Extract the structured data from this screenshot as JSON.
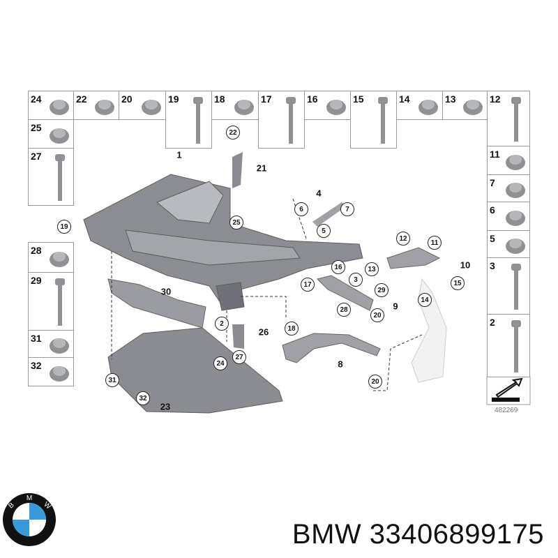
{
  "parts_grid": {
    "top_row": [
      "24",
      "22",
      "20",
      "19",
      "18",
      "17",
      "16",
      "15",
      "14",
      "13",
      "12"
    ],
    "left_column": [
      "25",
      "27",
      "28",
      "29",
      "31",
      "32"
    ],
    "right_column": [
      "11",
      "7",
      "6",
      "5",
      "3",
      "2"
    ]
  },
  "callouts": {
    "circled": [
      "22",
      "19",
      "25",
      "6",
      "7",
      "5",
      "12",
      "11",
      "16",
      "13",
      "17",
      "3",
      "29",
      "28",
      "15",
      "14",
      "20",
      "18",
      "2",
      "24",
      "27",
      "31",
      "32",
      "20"
    ],
    "plain": [
      "1",
      "21",
      "4",
      "10",
      "9",
      "30",
      "26",
      "8",
      "23"
    ]
  },
  "diagram_ref": "482269",
  "caption": {
    "brand": "BMW",
    "part_number": "33406899175"
  },
  "logo": {
    "text": "BMW",
    "colors": {
      "blue": "#3a9ad9",
      "ring": "#111111"
    }
  },
  "part_color": "#8f9195"
}
